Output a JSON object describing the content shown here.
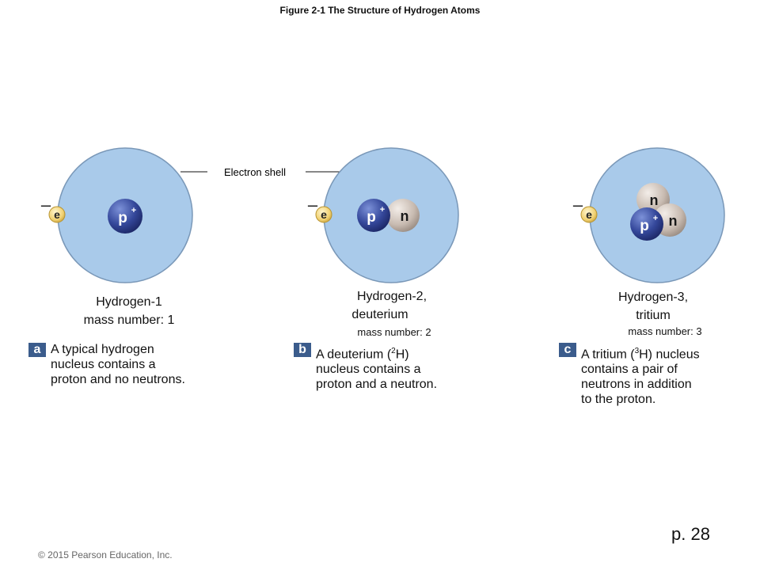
{
  "title": "Figure 2-1  The Structure of Hydrogen Atoms",
  "electron_shell_label": "Electron shell",
  "symbols": {
    "electron": "e",
    "electron_charge": "–",
    "proton": "p",
    "proton_charge": "+",
    "neutron": "n"
  },
  "atoms": [
    {
      "name_line1": "Hydrogen-1",
      "name_line2": "",
      "mass_number": "mass number: 1",
      "tag": "a",
      "desc_lines": [
        "A typical hydrogen",
        "nucleus contains a",
        "proton and no neutrons."
      ]
    },
    {
      "name_line1": "Hydrogen-2,",
      "name_line2": "deuterium",
      "mass_number": "mass number:  2",
      "tag": "b",
      "desc_prefix": "A deuterium (",
      "desc_sup": "2",
      "desc_suffix": "H)",
      "desc_lines": [
        "nucleus contains a",
        "proton and a neutron."
      ]
    },
    {
      "name_line1": "Hydrogen-3,",
      "name_line2": "tritium",
      "mass_number": "mass number:  3",
      "tag": "c",
      "desc_prefix": "A tritium (",
      "desc_sup": "3",
      "desc_suffix": "H) nucleus",
      "desc_lines": [
        "contains a pair of",
        "neutrons in addition",
        "to the proton."
      ]
    }
  ],
  "page_number": "p. 28",
  "copyright": "© 2015 Pearson Education, Inc.",
  "colors": {
    "shell": "#a9caea",
    "shell_stroke": "#7a98b8",
    "proton": "#2e3f8f",
    "neutron": "#c9bdb4",
    "electron": "#f0d070",
    "label_tag": "#3b5c8c"
  }
}
